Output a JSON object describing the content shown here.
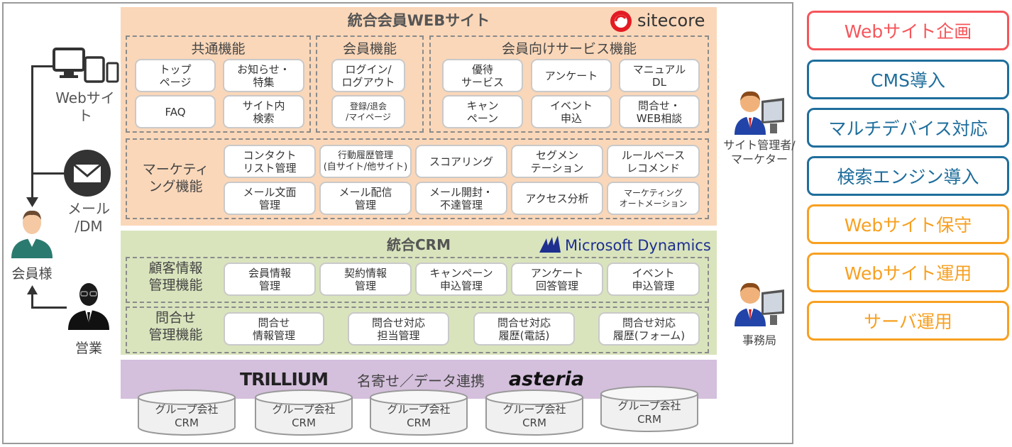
{
  "web": {
    "title": "統合会員WEBサイト",
    "logo": "sitecore",
    "common": {
      "title": "共通機能",
      "items": [
        "トップ\nページ",
        "お知らせ・\n特集",
        "FAQ",
        "サイト内\n検索"
      ]
    },
    "member": {
      "title": "会員機能",
      "items": [
        "ログイン/\nログアウト",
        "登録/退会\n/マイページ"
      ]
    },
    "service": {
      "title": "会員向けサービス機能",
      "items": [
        "優待\nサービス",
        "アンケート",
        "マニュアル\nDL",
        "キャン\nペーン",
        "イベント\n申込",
        "問合せ・\nWEB相談"
      ]
    },
    "marketing": {
      "title": "マーケティ\nング機能",
      "items": [
        "コンタクト\nリスト管理",
        "行動履歴管理\n(自サイト/他サイト)",
        "スコアリング",
        "セグメン\nテーション",
        "ルールベース\nレコメンド",
        "メール文面\n管理",
        "メール配信\n管理",
        "メール開封・\n不達管理",
        "アクセス分析",
        "マーケティング\nオートメーション"
      ]
    }
  },
  "crm": {
    "title": "統合CRM",
    "logo": "Microsoft Dynamics",
    "customer": {
      "title": "顧客情報\n管理機能",
      "items": [
        "会員情報\n管理",
        "契約情報\n管理",
        "キャンペーン\n申込管理",
        "アンケート\n回答管理",
        "イベント\n申込管理"
      ]
    },
    "inquiry": {
      "title": "問合せ\n管理機能",
      "items": [
        "問合せ\n情報管理",
        "問合せ対応\n担当管理",
        "問合せ対応\n履歴(電話)",
        "問合せ対応\n履歴(フォーム)"
      ]
    }
  },
  "data": {
    "trillium": "TRILLIUM",
    "label": "名寄せ／データ連携",
    "asteria": "asteria",
    "crms": [
      "グループ会社\nCRM",
      "グループ会社\nCRM",
      "グループ会社\nCRM",
      "グループ会社\nCRM",
      "グループ会社\nCRM"
    ]
  },
  "left": {
    "web": "Webサイ\nト",
    "mail": "メール\n/DM",
    "member": "会員様",
    "sales": "営業"
  },
  "right_people": {
    "admin": "サイト管理者/\nマーケター",
    "office": "事務局"
  },
  "services": [
    {
      "label": "Webサイト企画",
      "color": "#f5555a"
    },
    {
      "label": "CMS導入",
      "color": "#1f6e9c"
    },
    {
      "label": "マルチデバイス対応",
      "color": "#1f6e9c"
    },
    {
      "label": "検索エンジン導入",
      "color": "#1f6e9c"
    },
    {
      "label": "Webサイト保守",
      "color": "#f7a021"
    },
    {
      "label": "Webサイト運用",
      "color": "#f7a021"
    },
    {
      "label": "サーバ運用",
      "color": "#f7a021"
    }
  ]
}
